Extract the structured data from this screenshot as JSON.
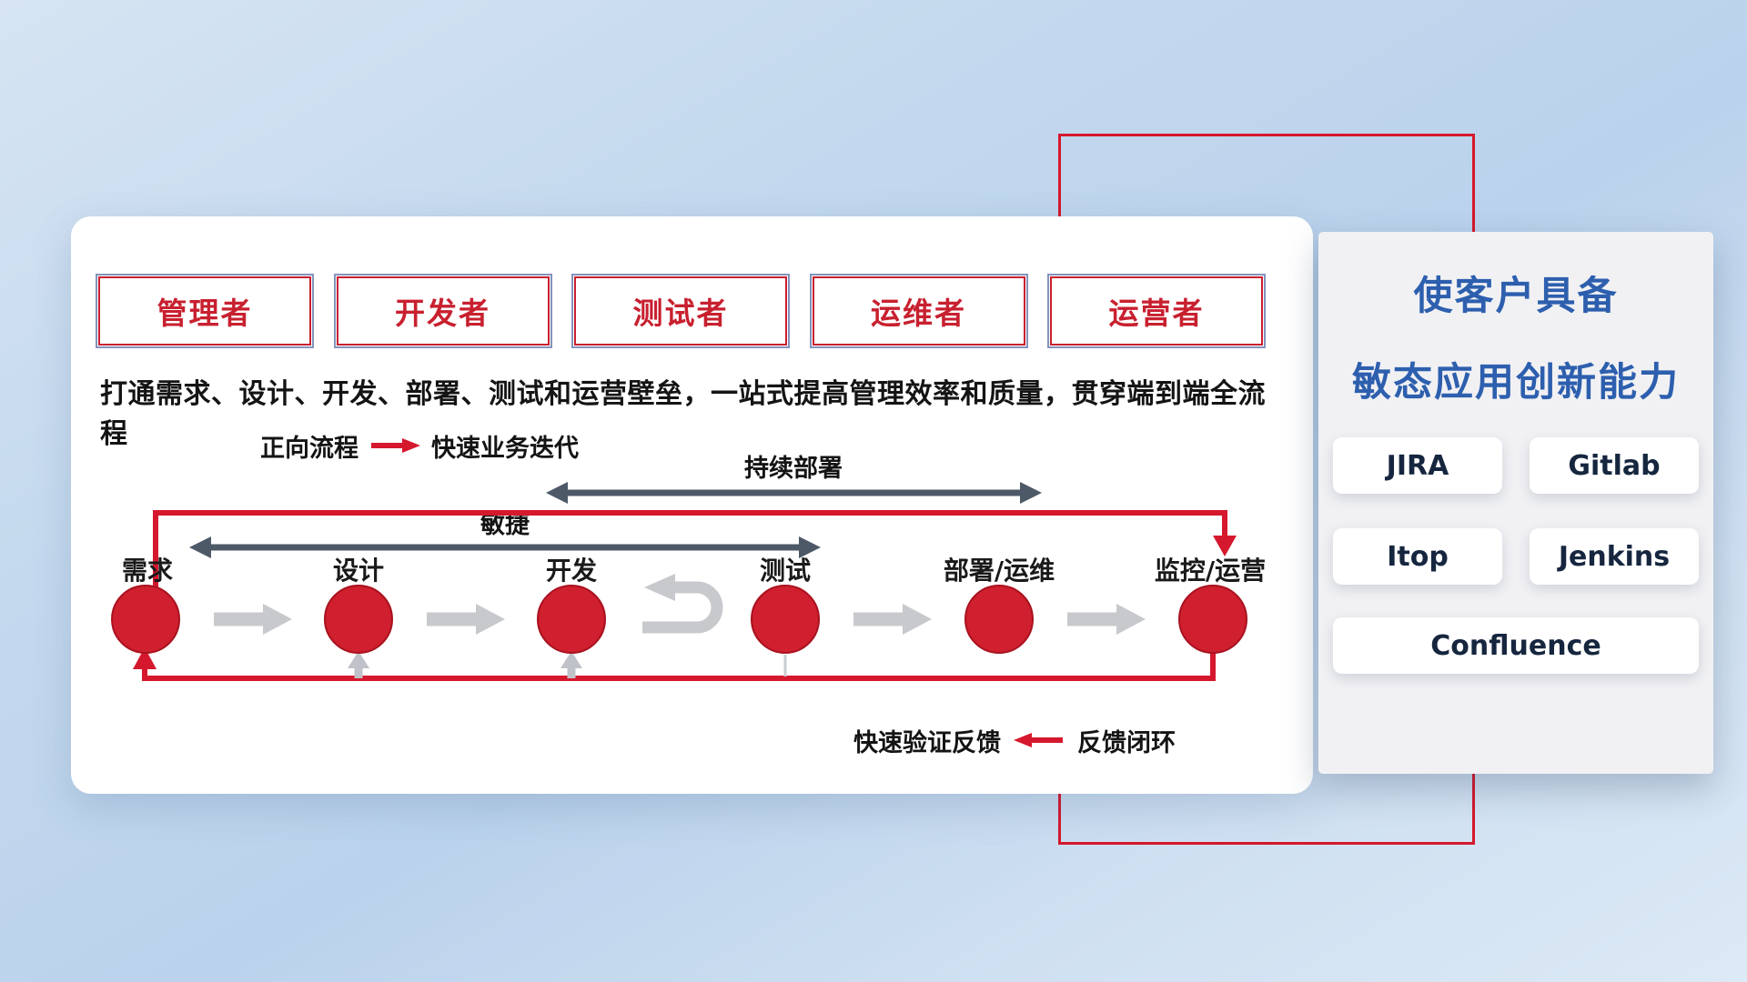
{
  "roles": [
    "管理者",
    "开发者",
    "测试者",
    "运维者",
    "运营者"
  ],
  "subtitle": "打通需求、设计、开发、部署、测试和运营壁垒，一站式提高管理效率和质量，贯穿端到端全流程",
  "legend_forward": {
    "label": "正向流程",
    "value": "快速业务迭代"
  },
  "legend_feedback": {
    "value": "快速验证反馈",
    "label": "反馈闭环"
  },
  "flow": {
    "stages": [
      "需求",
      "设计",
      "开发",
      "测试",
      "部署/运维",
      "监控/运营"
    ],
    "agile_label": "敏捷",
    "continuous_deploy_label": "持续部署"
  },
  "right_panel": {
    "title_line1": "使客户具备",
    "title_line2": "敏态应用创新能力",
    "tools": [
      "JIRA",
      "Gitlab",
      "Itop",
      "Jenkins",
      "Confluence"
    ]
  },
  "colors": {
    "accent_red": "#d5182d",
    "arrow_dark": "#4e5968",
    "arrow_gray": "#c7c9cd",
    "title_blue": "#2d5fae",
    "role_red": "#c8202f"
  }
}
